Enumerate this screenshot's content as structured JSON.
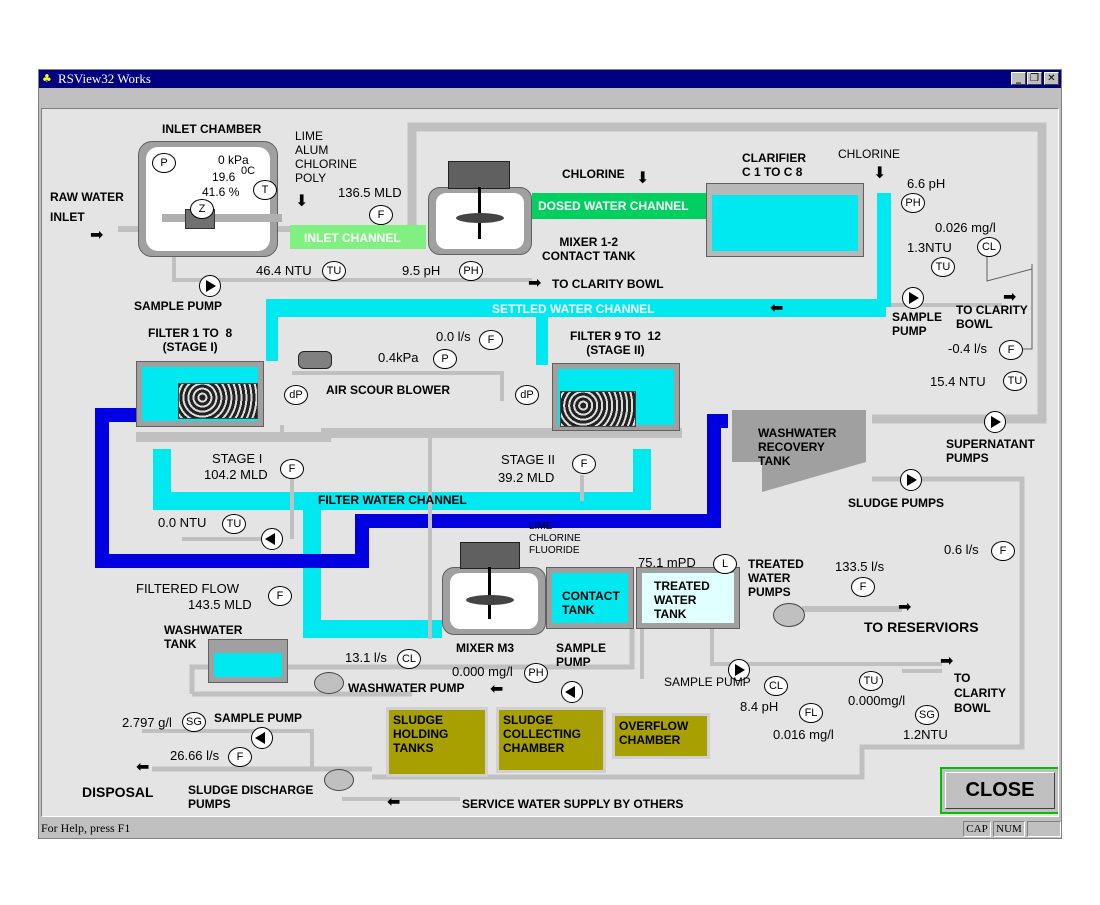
{
  "window": {
    "title": "RSView32 Works",
    "minimize": "_",
    "restore": "❐",
    "close": "✕"
  },
  "status": {
    "help": "For Help, press F1",
    "cap": "CAP",
    "num": "NUM"
  },
  "colors": {
    "water_cyan": "#00e8f0",
    "dosed_green": "#00d060",
    "inlet_green": "#80f080",
    "channel_blue": "#0000e0",
    "pipe_grey": "#c0c0c0",
    "tank_grey": "#a0a0a0",
    "box_olive": "#a8a000"
  },
  "labels": {
    "inlet_chamber": "INLET CHAMBER",
    "lime_alum": "LIME\nALUM\nCHLORINE\nPOLY",
    "raw_water_inlet": "RAW WATER\nINLET",
    "inlet_channel": "INLET CHANNEL",
    "dosed_water_channel": "DOSED WATER CHANNEL",
    "chlorine_1": "CHLORINE",
    "chlorine_2": "CHLORINE",
    "mixer_12": "MIXER 1-2\nCONTACT TANK",
    "clarifier": "CLARIFIER\nC 1 TO C 8",
    "sample_pump_1": "SAMPLE PUMP",
    "to_clarity_bowl_1": "TO CLARITY BOWL",
    "settled_water_channel": "SETTLED WATER CHANNEL",
    "sample_pump_2": "SAMPLE\nPUMP",
    "to_clarity_bowl_2": "TO CLARITY\nBOWL",
    "filter_1_8": "FILTER 1 TO  8\n(STAGE I)",
    "filter_9_12": "FILTER 9 TO  12\n(STAGE II)",
    "air_scour_blower": "AIR SCOUR BLOWER",
    "washwater_recovery": "WASHWATER\nRECOVERY\nTANK",
    "supernatant_pumps": "SUPERNATANT\nPUMPS",
    "stage_1": "STAGE I",
    "stage_2": "STAGE II",
    "filter_water_channel": "FILTER WATER CHANNEL",
    "sludge_pumps": "SLUDGE PUMPS",
    "lime_chlorine_fluoride": "LIME\nCHLORINE\nFLUORIDE",
    "filtered_flow": "FILTERED FLOW",
    "contact_tank": "CONTACT\nTANK",
    "treated_water_tank": "TREATED\nWATER\nTANK",
    "treated_water_pumps": "TREATED\nWATER\nPUMPS",
    "to_reservoirs": "TO RESERVIORS",
    "washwater_tank": "WASHWATER\nTANK",
    "mixer_m3": "MIXER M3",
    "sample_pump_3": "SAMPLE\nPUMP",
    "washwater_pump": "WASHWATER PUMP",
    "sample_pump_4": "SAMPLE PUMP",
    "to_clarity_bowl_3": "TO\nCLARITY\nBOWL",
    "sample_pump_5": "SAMPLE PUMP",
    "sludge_holding": "SLUDGE\nHOLDING\nTANKS",
    "sludge_collecting": "SLUDGE\nCOLLECTING\nCHAMBER",
    "overflow_chamber": "OVERFLOW\nCHAMBER",
    "disposal": "DISPOSAL",
    "sludge_discharge_pumps": "SLUDGE DISCHARGE\nPUMPS",
    "service_water": "SERVICE WATER SUPPLY BY OTHERS",
    "close": "CLOSE"
  },
  "values": {
    "inlet_kpa": "0 kPa",
    "inlet_temp": "19.6",
    "deg_c": "0C",
    "inlet_pct": "41.6  %",
    "inlet_flow": "136.5 MLD",
    "raw_ntu": "46.4 NTU",
    "raw_ph": "9.5 pH",
    "clar_ph": "6.6  pH",
    "clar_cl": "0.026 mg/l",
    "clar_ntu": "1.3NTU",
    "filter1_air": "0.0 l/s",
    "filter1_kpa": "0.4kPa",
    "recovery_flow": "-0.4 l/s",
    "recovery_ntu": "15.4  NTU",
    "stage1_flow": "104.2 MLD",
    "stage2_flow": "39.2  MLD",
    "filt_ntu": "0.0 NTU",
    "treated_level": "75.1 mPD",
    "treated_flow": "133.5 l/s",
    "sludge_flow": "0.6 l/s",
    "filtered_flow": "143.5 MLD",
    "washwater_flow": "13.1 l/s",
    "contact_cl": "0.000 mg/l",
    "out_ph": "8.4 pH",
    "out_fl": "0.000mg/l",
    "out_cl": "0.016 mg/l",
    "out_ntu": "1.2NTU",
    "sludge_sg": "2.797 g/l",
    "sludge_flow2": "26.66 l/s"
  },
  "instruments": [
    "P",
    "T",
    "Z",
    "F",
    "TU",
    "PH",
    "PH",
    "CL",
    "TU",
    "F",
    "P",
    "dP",
    "dP",
    "F",
    "TU",
    "F",
    "F",
    "TU",
    "L",
    "F",
    "F",
    "F",
    "CL",
    "PH",
    "CL",
    "FL",
    "TU",
    "SG",
    "F"
  ]
}
